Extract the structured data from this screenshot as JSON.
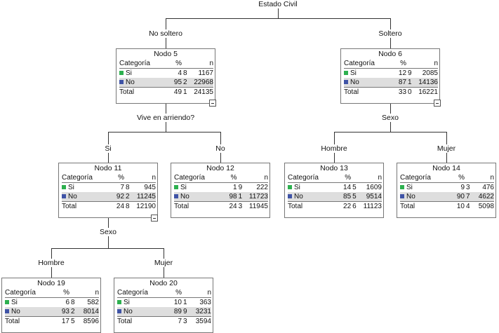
{
  "root_label": "Estado Civil",
  "branches": {
    "no_soltero": "No soltero",
    "soltero": "Soltero",
    "vive_arriendo": "Vive en arriendo?",
    "si": "Si",
    "no": "No",
    "sexo_left": "Sexo",
    "sexo_right": "Sexo",
    "hombre_left": "Hombre",
    "mujer_left": "Mujer",
    "hombre_right": "Hombre",
    "mujer_right": "Mujer"
  },
  "headers": {
    "categoria": "Categoría",
    "pct": "%",
    "n": "n",
    "total": "Total",
    "si": "Si",
    "no": "No"
  },
  "colors": {
    "si": "#2db04f",
    "no": "#3f53a6"
  },
  "nodes": {
    "n5": {
      "title": "Nodo 5",
      "si_pct": "4",
      "si_dec": "8",
      "si_n": "1167",
      "no_pct": "95",
      "no_dec": "2",
      "no_n": "22968",
      "tot_pct": "49",
      "tot_dec": "1",
      "tot_n": "24135"
    },
    "n6": {
      "title": "Nodo 6",
      "si_pct": "12",
      "si_dec": "9",
      "si_n": "2085",
      "no_pct": "87",
      "no_dec": "1",
      "no_n": "14136",
      "tot_pct": "33",
      "tot_dec": "0",
      "tot_n": "16221"
    },
    "n11": {
      "title": "Nodo 11",
      "si_pct": "7",
      "si_dec": "8",
      "si_n": "945",
      "no_pct": "92",
      "no_dec": "2",
      "no_n": "11245",
      "tot_pct": "24",
      "tot_dec": "8",
      "tot_n": "12190"
    },
    "n12": {
      "title": "Nodo 12",
      "si_pct": "1",
      "si_dec": "9",
      "si_n": "222",
      "no_pct": "98",
      "no_dec": "1",
      "no_n": "11723",
      "tot_pct": "24",
      "tot_dec": "3",
      "tot_n": "11945"
    },
    "n13": {
      "title": "Nodo 13",
      "si_pct": "14",
      "si_dec": "5",
      "si_n": "1609",
      "no_pct": "85",
      "no_dec": "5",
      "no_n": "9514",
      "tot_pct": "22",
      "tot_dec": "6",
      "tot_n": "11123"
    },
    "n14": {
      "title": "Nodo 14",
      "si_pct": "9",
      "si_dec": "3",
      "si_n": "476",
      "no_pct": "90",
      "no_dec": "7",
      "no_n": "4622",
      "tot_pct": "10",
      "tot_dec": "4",
      "tot_n": "5098"
    },
    "n19": {
      "title": "Nodo 19",
      "si_pct": "6",
      "si_dec": "8",
      "si_n": "582",
      "no_pct": "93",
      "no_dec": "2",
      "no_n": "8014",
      "tot_pct": "17",
      "tot_dec": "5",
      "tot_n": "8596"
    },
    "n20": {
      "title": "Nodo 20",
      "si_pct": "10",
      "si_dec": "1",
      "si_n": "363",
      "no_pct": "89",
      "no_dec": "9",
      "no_n": "3231",
      "tot_pct": "7",
      "tot_dec": "3",
      "tot_n": "3594"
    }
  }
}
